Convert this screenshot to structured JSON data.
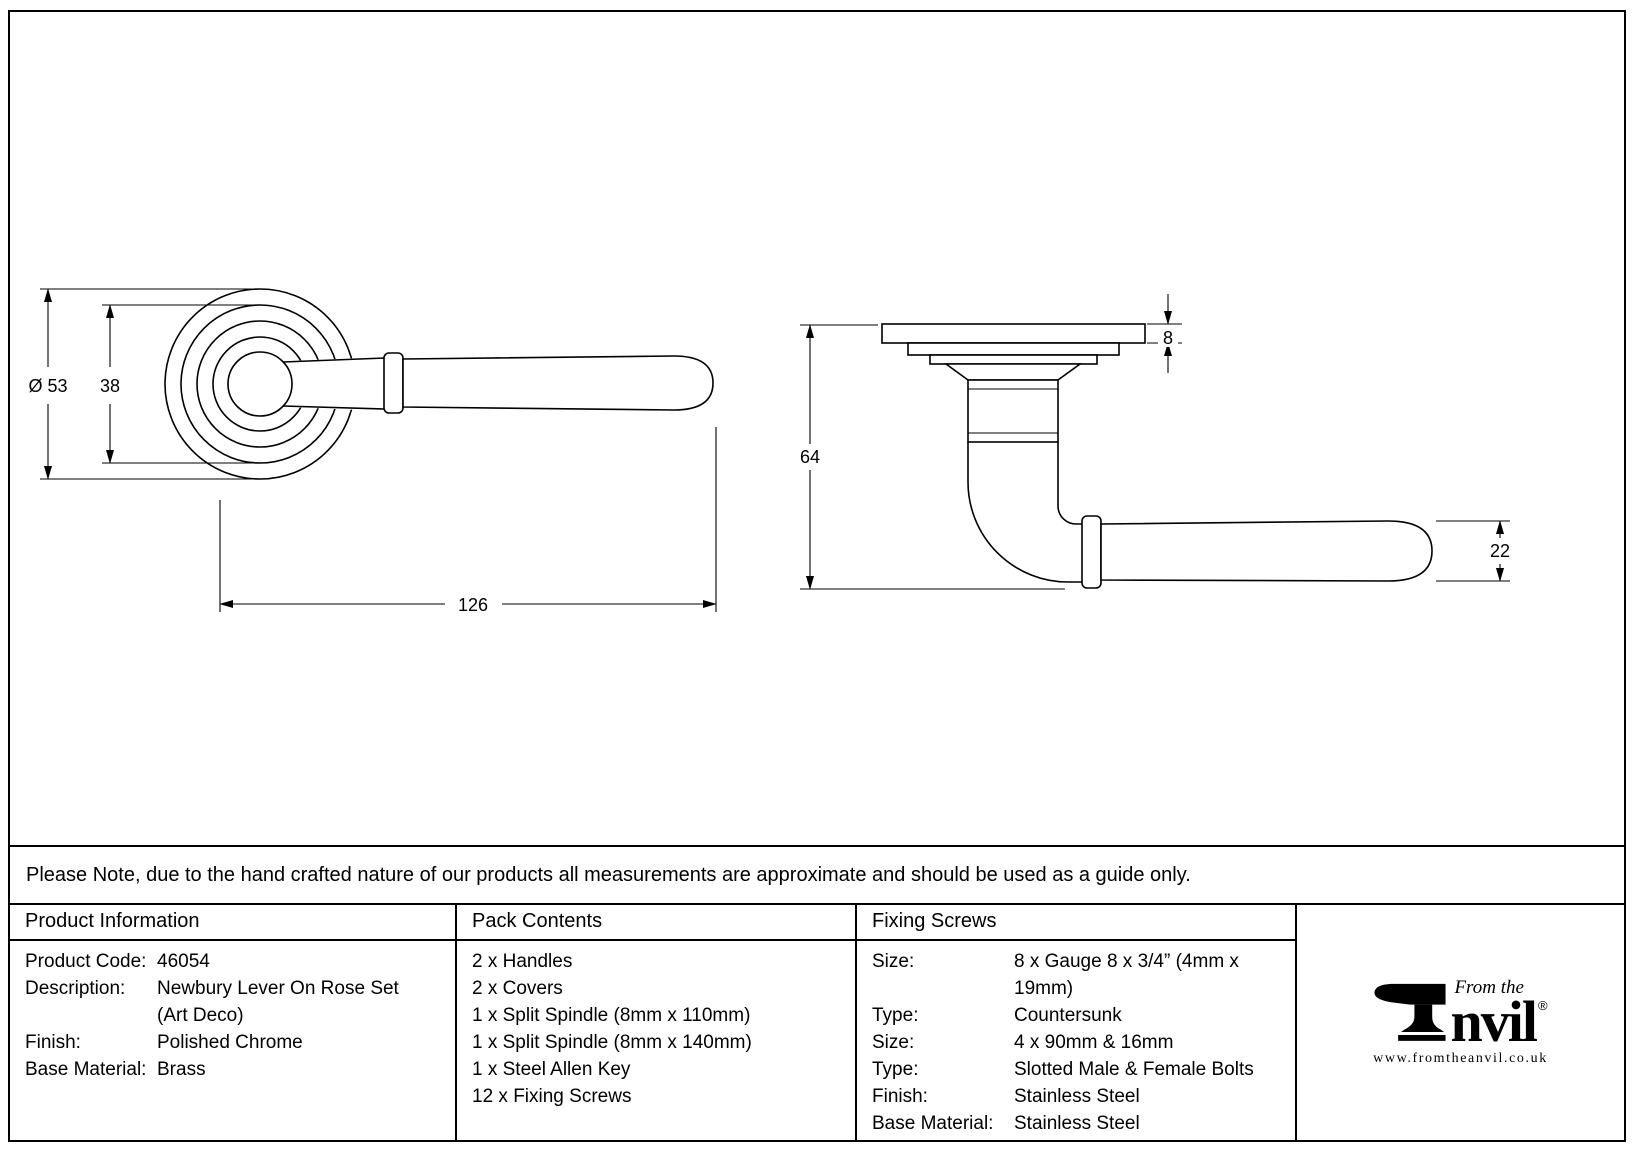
{
  "drawing": {
    "front": {
      "diameter": "Ø 53",
      "rose": "38",
      "length": "126"
    },
    "side": {
      "plate": "8",
      "height": "64",
      "grip": "22"
    }
  },
  "note": "Please Note, due to the hand crafted nature of our products all measurements are approximate and should be used as a guide only.",
  "table": {
    "product_info": {
      "header": "Product Information",
      "rows": [
        {
          "label": "Product Code:",
          "value": "46054"
        },
        {
          "label": "Description:",
          "value": "Newbury Lever On Rose Set"
        },
        {
          "label": "",
          "value": "(Art Deco)"
        },
        {
          "label": "Finish:",
          "value": "Polished Chrome"
        },
        {
          "label": "Base Material:",
          "value": "Brass"
        }
      ]
    },
    "pack_contents": {
      "header": "Pack Contents",
      "items": [
        "2 x Handles",
        "2 x Covers",
        "1 x Split Spindle (8mm x 110mm)",
        "1 x Split Spindle (8mm x 140mm)",
        "1 x Steel Allen Key",
        "12 x Fixing Screws"
      ]
    },
    "fixing_screws": {
      "header": "Fixing Screws",
      "rows": [
        {
          "label": "Size:",
          "value": "8 x Gauge 8 x 3/4” (4mm x 19mm)"
        },
        {
          "label": "Type:",
          "value": "Countersunk"
        },
        {
          "label": "Size:",
          "value": "4 x 90mm & 16mm"
        },
        {
          "label": "Type:",
          "value": "Slotted Male & Female Bolts"
        },
        {
          "label": "Finish:",
          "value": "Stainless Steel"
        },
        {
          "label": "Base Material:",
          "value": "Stainless Steel"
        }
      ]
    }
  },
  "brand": {
    "tagline": "From the",
    "name": "Anvil",
    "name_display_rest": "nvil",
    "registered": "®",
    "website": "www.fromtheanvil.co.uk"
  }
}
